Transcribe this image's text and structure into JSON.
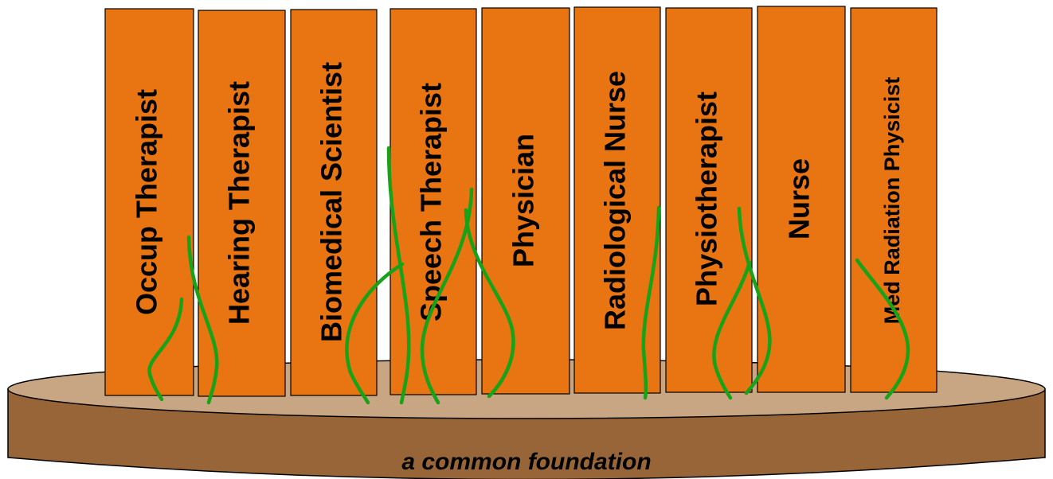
{
  "colors": {
    "pillar_fill": "#E87511",
    "pillar_stroke": "#000000",
    "base_top": "#C9A683",
    "base_side": "#976537",
    "vine": "#18A218",
    "background": "#FFFFFF"
  },
  "foundation": {
    "caption": "a common foundation"
  },
  "pillars": [
    {
      "label": "Occup Therapist"
    },
    {
      "label": "Hearing Therapist"
    },
    {
      "label": "Biomedical Scientist"
    },
    {
      "label": "Speech Therapist"
    },
    {
      "label": "Physician"
    },
    {
      "label": "Radiological Nurse"
    },
    {
      "label": "Physiotherapist"
    },
    {
      "label": "Nurse"
    },
    {
      "label": "Med Radiation Physicist"
    }
  ],
  "icons": {
    "vine": "vine-icon"
  }
}
